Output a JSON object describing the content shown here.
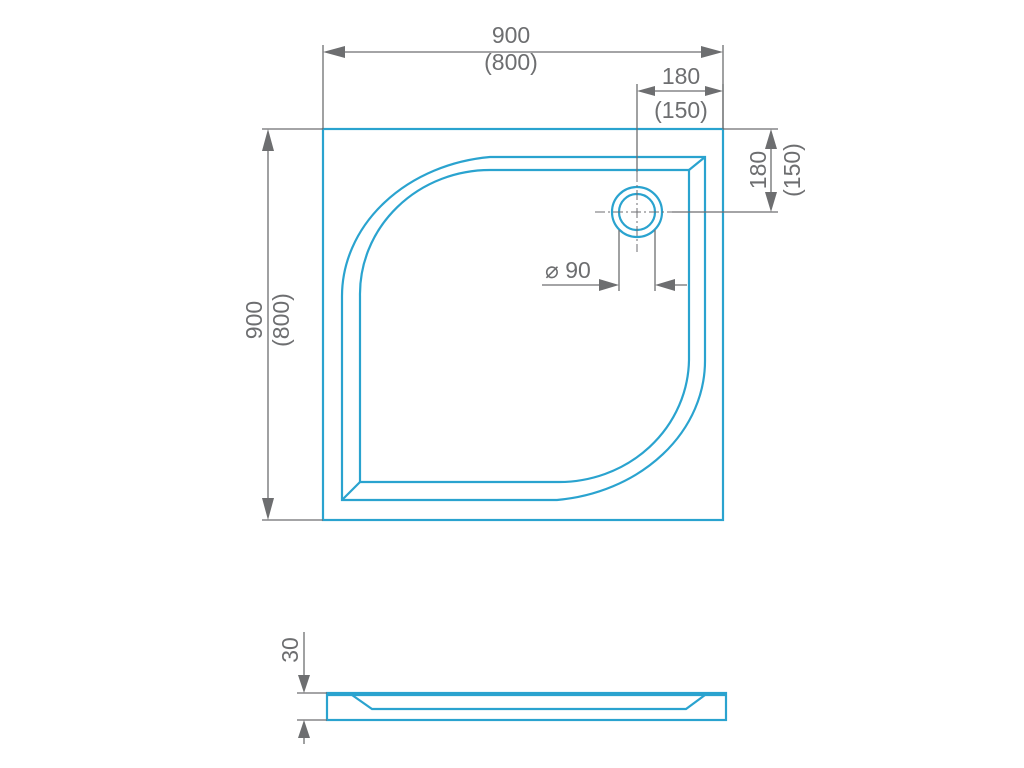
{
  "plan_view": {
    "width_label": "900",
    "width_alt_label": "(800)",
    "height_label": "900",
    "height_alt_label": "(800)",
    "drain_offset_x_label": "180",
    "drain_offset_x_alt_label": "(150)",
    "drain_offset_y_label": "180",
    "drain_offset_y_alt_label": "(150)",
    "drain_diameter_label": "⌀ 90"
  },
  "side_view": {
    "height_label": "30"
  },
  "colors": {
    "outline": "#2aa3cf",
    "dimension": "#6d6e70"
  }
}
